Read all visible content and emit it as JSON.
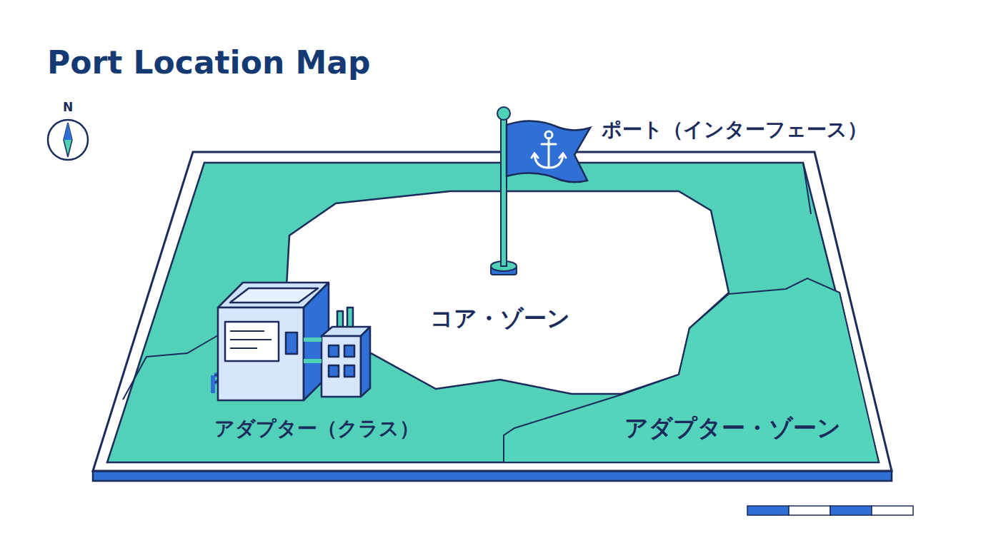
{
  "diagram": {
    "title": "Port Location Map",
    "nodes": [
      {
        "text": [
          "ポート（インターフェース）"
        ]
      },
      {
        "text": [
          "コア・ゾーン"
        ]
      },
      {
        "text": [
          "アダプター（クラス）"
        ]
      },
      {
        "text": [
          "アダプター・ゾーン"
        ]
      }
    ],
    "labels": [
      "N"
    ]
  }
}
